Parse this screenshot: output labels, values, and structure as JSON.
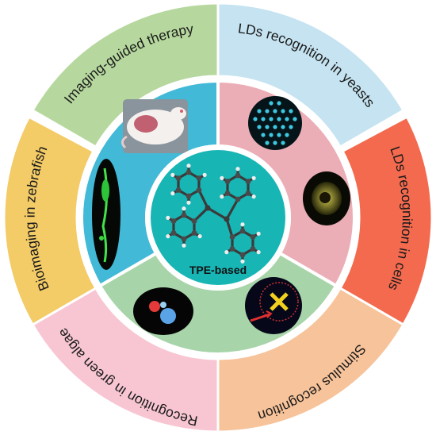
{
  "hub": {
    "label": "TPE-based",
    "icon": "tpe-molecule-icon",
    "color": "#18b5b5"
  },
  "outer_ring": [
    {
      "label": "LDs recognition in yeasts",
      "color": "#c5e3f0"
    },
    {
      "label": "LDs recognition in cells",
      "color": "#f36a4f"
    },
    {
      "label": "Stimulus recognition",
      "color": "#f7c39a"
    },
    {
      "label": "Recognition in green algae",
      "color": "#f8c6d3"
    },
    {
      "label": "Bioimaging in zebrafish",
      "color": "#f3cb67"
    },
    {
      "label": "Imaging-guided therapy",
      "color": "#b6d89e"
    }
  ],
  "inner_ring": [
    {
      "image": "yeast-cells-fluorescence-image",
      "color": "#ecaeb6"
    },
    {
      "image": "stimulus-response-image",
      "color": "#a8d4a9"
    },
    {
      "image": "zebrafish-fluorescence-image",
      "color": "#42b9d7"
    }
  ]
}
